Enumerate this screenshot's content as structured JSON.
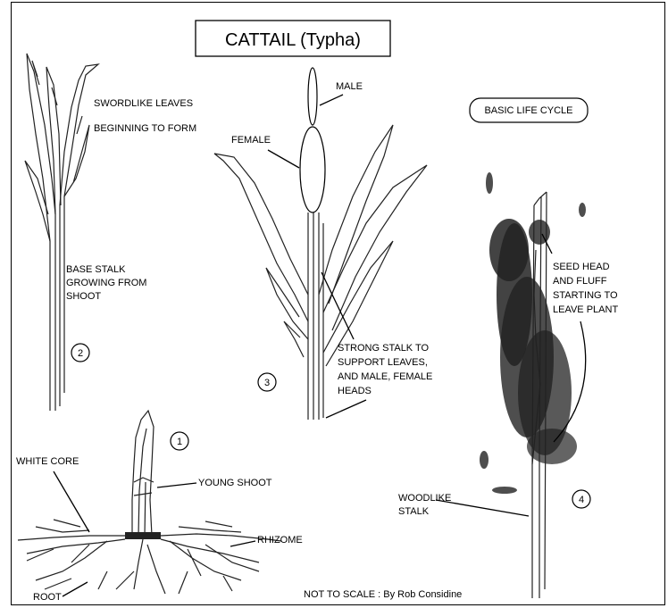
{
  "title": "CATTAIL (Typha)",
  "cycle_badge": "BASIC LIFE CYCLE",
  "stages": [
    "1",
    "2",
    "3",
    "4"
  ],
  "labels": {
    "swordlike_1": "SWORDLIKE LEAVES",
    "swordlike_2": "BEGINNING TO FORM",
    "male": "MALE",
    "female": "FEMALE",
    "base_1": "BASE STALK",
    "base_2": "GROWING FROM",
    "base_3": "SHOOT",
    "strong_1": "STRONG STALK TO",
    "strong_2": "SUPPORT LEAVES,",
    "strong_3": "AND MALE, FEMALE",
    "strong_4": "HEADS",
    "seed_1": "SEED HEAD",
    "seed_2": "AND FLUFF",
    "seed_3": "STARTING TO",
    "seed_4": "LEAVE PLANT",
    "white_core": "WHITE CORE",
    "young_shoot": "YOUNG SHOOT",
    "rhizome": "RHIZOME",
    "root": "ROOT",
    "wood_1": "WOODLIKE",
    "wood_2": "STALK"
  },
  "footer": "NOT TO SCALE : By Rob Considine"
}
